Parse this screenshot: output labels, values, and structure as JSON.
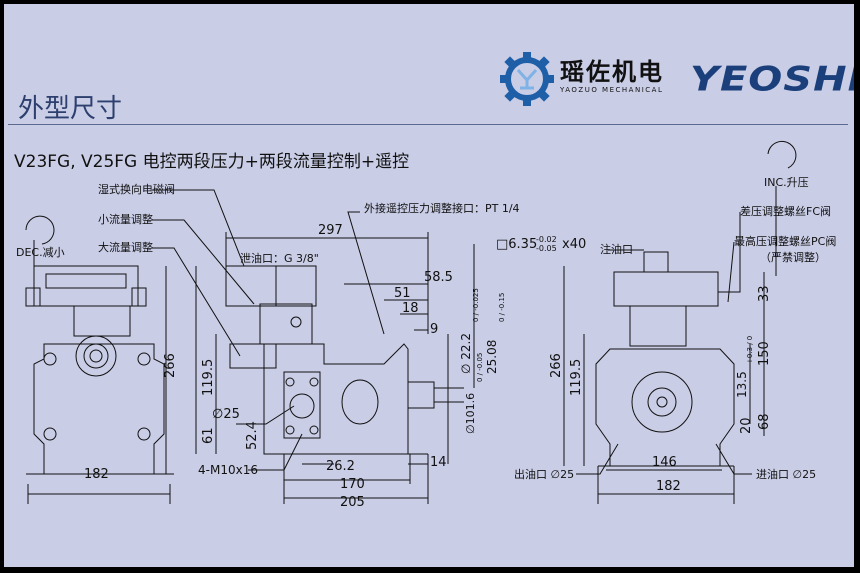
{
  "header": {
    "section_title": "外型尺寸",
    "brand_cn": "瑶佐机电",
    "brand_en": "YAOZUO MECHANICAL",
    "brand_logo": "YEOSHE",
    "subtitle": "V23FG, V25FG 电控两段压力+两段流量控制+遥控"
  },
  "colors": {
    "background": "#c9cde6",
    "frame": "#000000",
    "title": "#2d3f6e",
    "logo_blue": "#1b3f7a",
    "gear_blue": "#1f5fa8"
  },
  "icons": [
    "gear-logo-icon",
    "dec-arrow-icon",
    "inc-arrow-icon"
  ],
  "annotations": {
    "dec": "DEC.减小",
    "inc": "INC.升压",
    "solenoid": "湿式换向电磁阀",
    "small_flow": "小流量调整",
    "large_flow": "大流量调整",
    "remote_port": "外接遥控压力调整接口：PT 1/4",
    "drain": "泄油口：G 3/8\"",
    "shaft_key": "□6.35",
    "shaft_key_tol_upper": "-0.02",
    "shaft_key_tol_lower": "-0.05",
    "shaft_key_len": "x40",
    "fill_port": "注油口",
    "diff_screw": "差压调整螺丝FC阀",
    "max_screw": "最高压调整螺丝PC阀",
    "no_adjust": "（严禁调整）",
    "outlet": "出油口 ∅25",
    "inlet": "进油口 ∅25",
    "bolts": "4-M10x16"
  },
  "dimensions": {
    "d297": "297",
    "d58_5": "58.5",
    "d51": "51",
    "d18": "18",
    "d9": "9",
    "d266_left": "266",
    "d119_5_left": "119.5",
    "d61": "61",
    "d25": "∅25",
    "d52_4": "52.4",
    "d26_2": "26.2",
    "d170": "170",
    "d205": "205",
    "d14": "14",
    "d182_left": "182",
    "d22_2": "∅ 22.2",
    "d22_2_tol": "0 / -0.025",
    "d25_08": "25.08",
    "d25_08_tol": "0 / -0.15",
    "d101_6": "∅101.6",
    "d101_6_tol": "0 / -0.05",
    "d266_right": "266",
    "d119_5_right": "119.5",
    "d146": "146",
    "d182_right": "182",
    "d33": "33",
    "d150": "150",
    "d13_5": "13.5",
    "d13_5_tol": "+0.3 / 0",
    "d68": "68",
    "d20": "20"
  }
}
